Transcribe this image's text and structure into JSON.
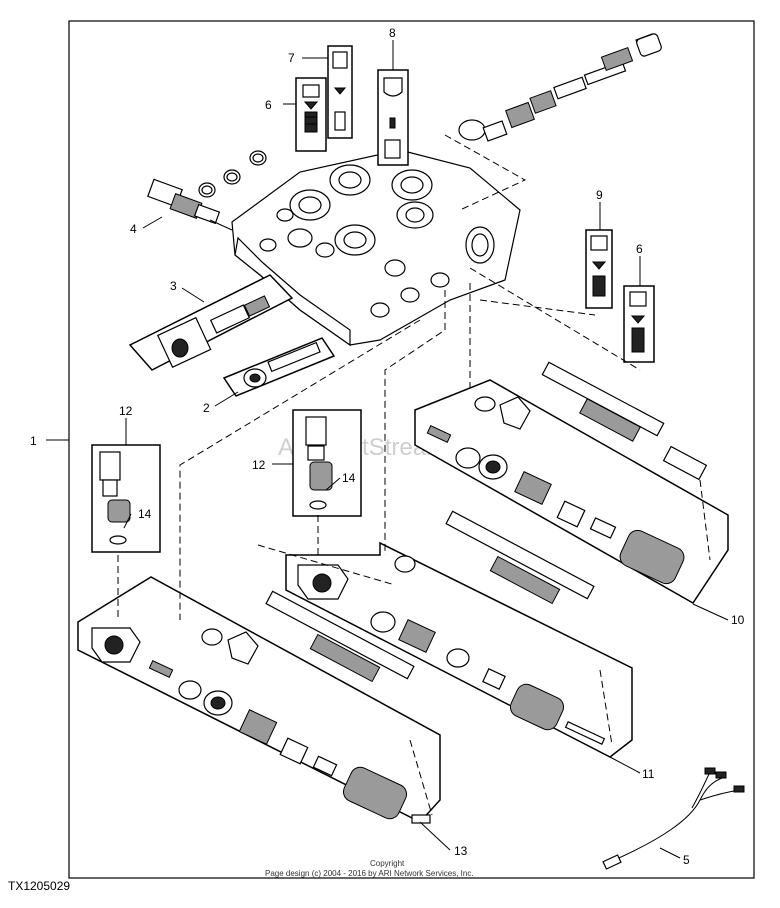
{
  "callouts": {
    "c1": "1",
    "c2": "2",
    "c3": "3",
    "c4": "4",
    "c5": "5",
    "c6a": "6",
    "c6b": "6",
    "c7": "7",
    "c8": "8",
    "c9": "9",
    "c10": "10",
    "c11": "11",
    "c12a": "12",
    "c12b": "12",
    "c13": "13",
    "c14a": "14",
    "c14b": "14"
  },
  "figure_id": "TX1205029",
  "copyright_line1": "Copyright",
  "copyright_line2": "Page design (c) 2004 - 2016 by ARI Network Services, Inc.",
  "watermark": "ARI PartStream"
}
